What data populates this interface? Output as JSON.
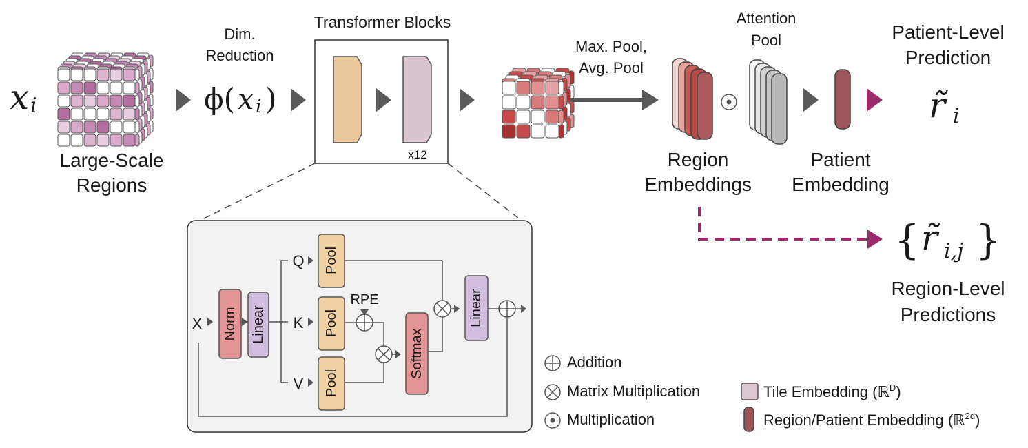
{
  "labels": {
    "input_var": "x",
    "input_sub": "i",
    "large_scale_1": "Large-Scale",
    "large_scale_2": "Regions",
    "dim_reduction_1": "Dim.",
    "dim_reduction_2": "Reduction",
    "phi_prefix": "ϕ(",
    "phi_var": "x",
    "phi_sub": "i",
    "phi_suffix": ")",
    "transformer_blocks": "Transformer Blocks",
    "x12": "x12",
    "max_pool": "Max. Pool,",
    "avg_pool": "Avg. Pool",
    "attention_1": "Attention",
    "attention_2": "Pool",
    "patient_level_1": "Patient-Level",
    "patient_level_2": "Prediction",
    "r_tilde": "r̃",
    "r_sub": "i",
    "region_emb_1": "Region",
    "region_emb_2": "Embeddings",
    "patient_emb_1": "Patient",
    "patient_emb_2": "Embedding",
    "set_open": "{",
    "set_r": "r̃",
    "set_sub": "i,j",
    "set_close": "}",
    "region_pred_1": "Region-Level",
    "region_pred_2": "Predictions"
  },
  "block": {
    "x": "X",
    "norm": "Norm",
    "linear": "Linear",
    "q": "Q",
    "k": "K",
    "v": "V",
    "pool": "Pool",
    "rpe": "RPE",
    "softmax": "Softmax",
    "linear_out": "Linear"
  },
  "legend": {
    "addition": "Addition",
    "matmul": "Matrix Multiplication",
    "mult": "Multiplication",
    "tile": "Tile Embedding (ℝ",
    "tile_sup": "D",
    "tile_close": ")",
    "region": "Region/Patient Embedding (ℝ",
    "region_sup": "2d",
    "region_close": ")"
  },
  "colors": {
    "tile_embedding": "#dcc6d2",
    "region_embedding": "#9e565a",
    "pool": "#f0d0a3",
    "norm": "#e39494",
    "linear": "#d1bedf",
    "softmax": "#e39494",
    "purple_arrow": "#9c2b6c",
    "gray_arrow": "#595959"
  }
}
